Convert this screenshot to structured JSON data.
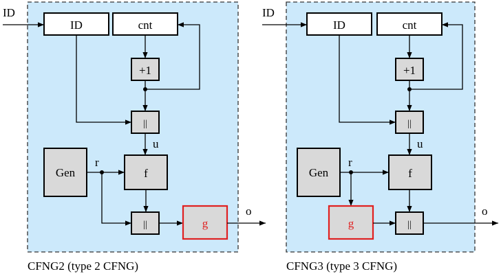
{
  "panels": [
    {
      "caption": "CFNG2 (type 2 CFNG)",
      "input_label": "ID",
      "blocks": {
        "id": "ID",
        "cnt": "cnt",
        "inc": "+1",
        "concat1": "||",
        "f": "f",
        "gen": "Gen",
        "concat2": "||",
        "g": "g"
      },
      "signals": {
        "u": "u",
        "r": "r",
        "o": "o"
      }
    },
    {
      "caption": "CFNG3 (type 3 CFNG)",
      "input_label": "ID",
      "blocks": {
        "id": "ID",
        "cnt": "cnt",
        "inc": "+1",
        "concat1": "||",
        "f": "f",
        "gen": "Gen",
        "g": "g",
        "concat2": "||"
      },
      "signals": {
        "u": "u",
        "r": "r",
        "o": "o"
      }
    }
  ],
  "colors": {
    "panel_fill": "#cce9fb",
    "gray_block": "#d9d9d9",
    "highlight": "#e02020",
    "line": "#000000"
  }
}
